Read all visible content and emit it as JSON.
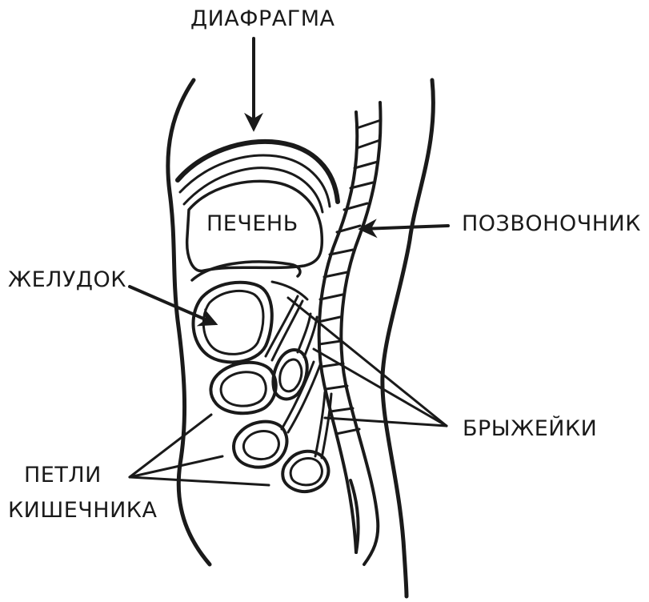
{
  "labels": {
    "diaphragm": "ДИАФРАГМА",
    "liver": "ПЕЧЕНЬ",
    "spine": "ПОЗВОНОЧНИК",
    "stomach": "ЖЕЛУДОК",
    "mesentery": "БРЫЖЕЙКИ",
    "intestine_line1": "ПЕТЛИ",
    "intestine_line2": "КИШЕЧНИКА"
  },
  "colors": {
    "ink": "#1a1a1a",
    "background": "#ffffff"
  }
}
